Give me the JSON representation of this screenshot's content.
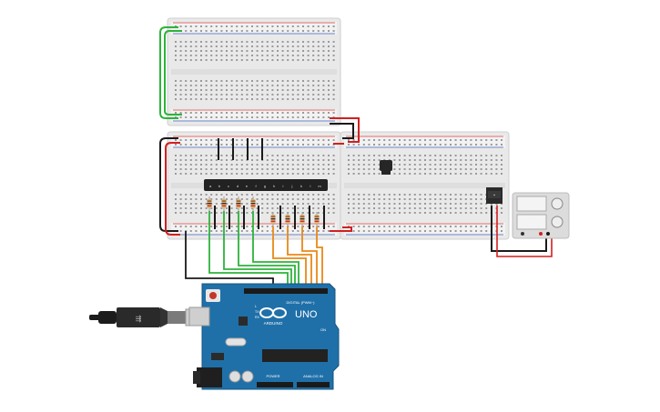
{
  "colors": {
    "breadboard": "#e8e8e8",
    "board_edge": "#cfcfcf",
    "rail_red": "#d93a3a",
    "rail_blue": "#3b5bb5",
    "wire_green": "#2db33a",
    "wire_red": "#d21f1f",
    "wire_black": "#1a1a1a",
    "wire_orange": "#e8891a",
    "arduino_blue": "#1f6fa8",
    "arduino_dark": "#17547f",
    "chip": "#222222",
    "cable": "#1c1c1c",
    "psu_body": "#dcdcdc",
    "psu_screen": "#f4f4f4"
  },
  "icons": {
    "usb_cable": "usb-cable-icon",
    "reset_button": "reset-button-icon",
    "arduino_logo": "infinity-logo-icon",
    "dc_jack": "dc-jack-icon",
    "power_knob": "knob-icon"
  },
  "arduino": {
    "model_label": "UNO",
    "brand_label": "ARDUINO",
    "digital_label": "DIGITAL (PWM~)",
    "power_label": "POWER",
    "analog_label": "ANALOG IN",
    "on_label": "ON",
    "tx_label": "TX",
    "rx_label": "RX",
    "l_label": "L"
  },
  "displays": {
    "pins": [
      "a",
      "b",
      "c",
      "d",
      "e",
      "f",
      "g",
      "h",
      "i",
      "j",
      "k",
      "l",
      "m"
    ]
  }
}
